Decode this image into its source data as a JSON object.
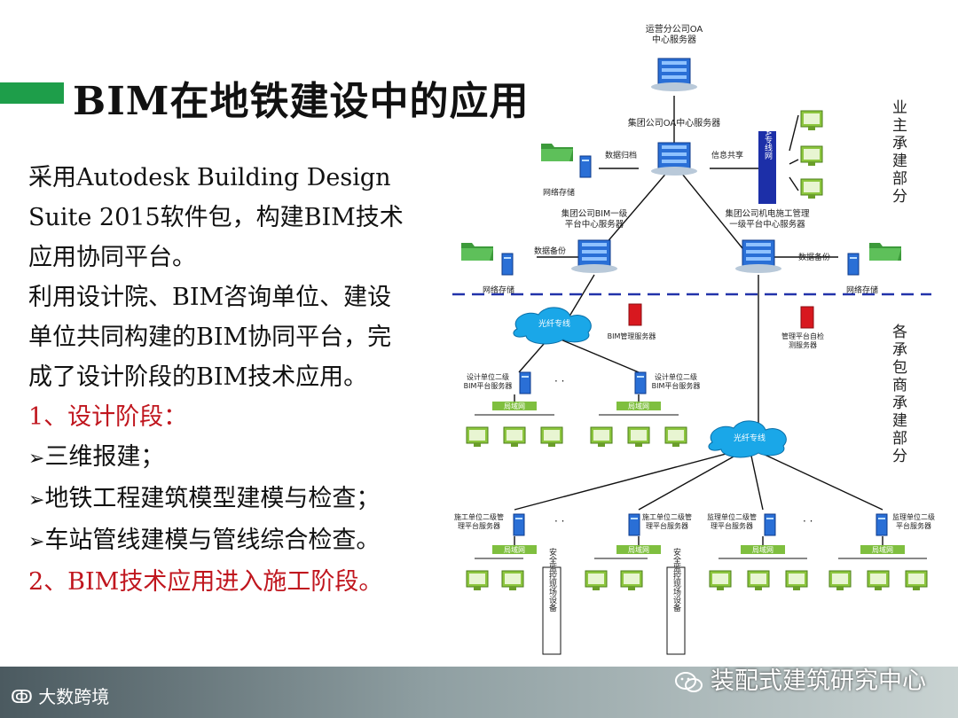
{
  "slide": {
    "title": "BIM在地铁建设中的应用",
    "paragraphs": [
      "采用Autodesk Building Design",
      "Suite 2015软件包，构建BIM技术",
      "应用协同平台。",
      "利用设计院、BIM咨询单位、建设",
      "单位共同构建的BIM协同平台，完",
      "成了设计阶段的BIM技术应用。"
    ],
    "stage1": "1、设计阶段：",
    "bullets": [
      "三维报建；",
      "地铁工程建筑模型建模与检查；",
      "车站管线建模与管线综合检查。"
    ],
    "stage2": "2、BIM技术应用进入施工阶段。"
  },
  "diagram": {
    "oa_server": [
      "运营分公司OA",
      "中心服务器"
    ],
    "group_oa_server": "集团公司OA中心服务器",
    "data_archive": "数据归档",
    "info_share": "信息共享",
    "network_storage": "网络存储",
    "oa_network": "OA专线网",
    "bim_level1": [
      "集团公司BIM一级",
      "平台中心服务器"
    ],
    "mech_level1": [
      "集团公司机电施工管理",
      "一级平台中心服务器"
    ],
    "data_backup": "数据备份",
    "fiber": "光纤专线",
    "bim_mgmt_server": "BIM管理服务器",
    "mgmt_platform_server": [
      "管理平台自检",
      "测服务器"
    ],
    "design_unit1": [
      "设计单位二级",
      "BIM平台服务器"
    ],
    "design_unit2": [
      "设计单位二级",
      "BIM平台服务器"
    ],
    "lan": "局域网",
    "owner_label": "业主承建部分",
    "contractor_label": "各承包商承建部分",
    "construction_units": [
      [
        "施工单位二级管",
        "理平台服务器"
      ],
      [
        "施工单位二级管",
        "理平台服务器"
      ],
      [
        "监理单位二级管",
        "理平台服务器"
      ],
      [
        "监理单位二级",
        "平台服务器"
      ]
    ],
    "safety_device": "安全监控现场设备"
  },
  "footer": {
    "left": "大数跨境",
    "right": "装配式建筑研究中心"
  },
  "colors": {
    "accent": "#1e9e4a",
    "link_red": "#c0161e",
    "dash_blue": "#2233aa",
    "lan_green": "#7fbf3f",
    "server_blue": "#2a6fd6"
  }
}
